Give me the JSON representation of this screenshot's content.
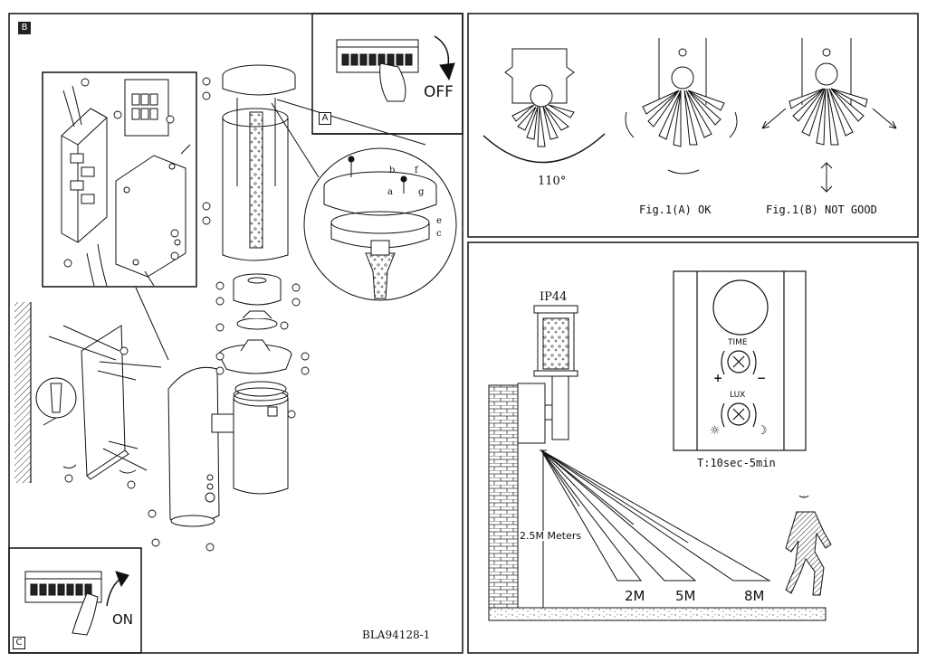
{
  "panels": {
    "b_label": "B",
    "a_label": "A",
    "c_label": "C"
  },
  "switch_a": {
    "text": "OFF"
  },
  "switch_c": {
    "text": "ON"
  },
  "detail_letters": [
    "b",
    "f",
    "a",
    "g",
    "e",
    "c"
  ],
  "doc_code": "BLA94128-1",
  "sensor_angle": "110°",
  "fig1a": "Fig.1(A)  OK",
  "fig1b": "Fig.1(B)  NOT GOOD",
  "rating": "IP44",
  "height_label": "2.5M Meters",
  "distances": [
    "2M",
    "5M",
    "8M"
  ],
  "dial_time": {
    "label": "TIME",
    "plus": "+",
    "minus": "−"
  },
  "dial_lux": {
    "label": "LUX",
    "sun": "☼",
    "moon": "☽"
  },
  "timer": "T:10sec-5min",
  "colors": {
    "line": "#111111",
    "fill": "#ffffff",
    "hatch": "#333333"
  }
}
